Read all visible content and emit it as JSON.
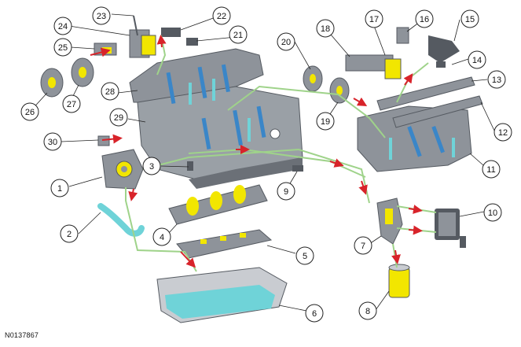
{
  "figure": {
    "reference_code": "N0137867",
    "callouts": [
      "1",
      "2",
      "3",
      "4",
      "5",
      "6",
      "7",
      "8",
      "9",
      "10",
      "11",
      "12",
      "13",
      "14",
      "15",
      "16",
      "17",
      "18",
      "19",
      "20",
      "21",
      "22",
      "23",
      "24",
      "25",
      "26",
      "27",
      "28",
      "29",
      "30"
    ]
  },
  "colors": {
    "part_gray": "#8e939a",
    "part_dark": "#555a61",
    "part_light": "#c9ccd1",
    "oil_yellow": "#f2e600",
    "oil_blue": "#3a86c8",
    "oil_cyan": "#6fd3d8",
    "oil_line_green": "#9fd38a",
    "flow_arrow_red": "#d8232a",
    "leader_line": "#222222"
  }
}
